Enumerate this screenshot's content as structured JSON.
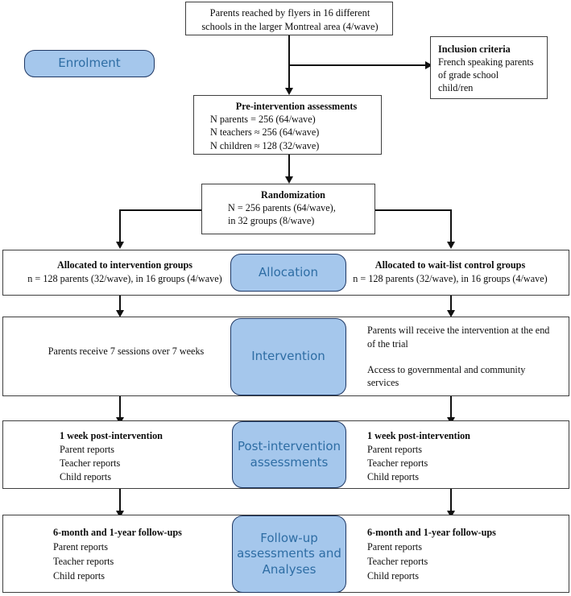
{
  "figure": {
    "type": "consort-flow-diagram",
    "accent_blue_fill": "#a5c7ec",
    "accent_blue_border": "#1f3864",
    "accent_blue_text": "#2e6da4",
    "box_border": "#3f3f3f",
    "connector_color": "#101010"
  },
  "stages": {
    "enrolment": "Enrolment",
    "allocation": "Allocation",
    "intervention": "Intervention",
    "post_intervention_line1": "Post-intervention",
    "post_intervention_line2": "assessments",
    "followup_line1": "Follow-up",
    "followup_line2": "assessments and",
    "followup_line3": "Analyses"
  },
  "recruitment": {
    "line1": "Parents reached by flyers in 16 different",
    "line2": "schools in the larger Montreal area (4/wave)"
  },
  "inclusion": {
    "title": "Inclusion criteria",
    "line1": "French speaking parents",
    "line2": "of grade school",
    "line3": "child/ren"
  },
  "pre_assessment": {
    "title": "Pre-intervention assessments",
    "line1": "N parents = 256 (64/wave)",
    "line2": "N teachers ≈ 256 (64/wave)",
    "line3": "N children ≈ 128 (32/wave)"
  },
  "randomization": {
    "title": "Randomization",
    "line1": "N = 256 parents (64/wave),",
    "line2": "in 32 groups (8/wave)"
  },
  "allocation_row": {
    "left": {
      "title": "Allocated to intervention groups",
      "line1": "n = 128 parents (32/wave), in 16 groups (4/wave)"
    },
    "right": {
      "title": "Allocated to wait-list control groups",
      "line1": "n = 128 parents (32/wave), in 16 groups (4/wave)"
    }
  },
  "intervention_row": {
    "left": {
      "line1": "Parents receive 7 sessions over 7 weeks"
    },
    "right": {
      "line1": "Parents will receive the intervention at the end",
      "line2": "of the trial",
      "line3": "Access to governmental and community",
      "line4": "services"
    }
  },
  "post_row": {
    "left": {
      "title": "1 week post-intervention",
      "line1": "Parent reports",
      "line2": "Teacher reports",
      "line3": "Child reports"
    },
    "right": {
      "title": "1 week post-intervention",
      "line1": "Parent reports",
      "line2": "Teacher reports",
      "line3": "Child reports"
    }
  },
  "followup_row": {
    "left": {
      "title": "6-month and 1-year follow-ups",
      "line1": "Parent reports",
      "line2": "Teacher reports",
      "line3": "Child reports"
    },
    "right": {
      "title": "6-month and 1-year follow-ups",
      "line1": "Parent reports",
      "line2": "Teacher reports",
      "line3": "Child reports"
    }
  }
}
